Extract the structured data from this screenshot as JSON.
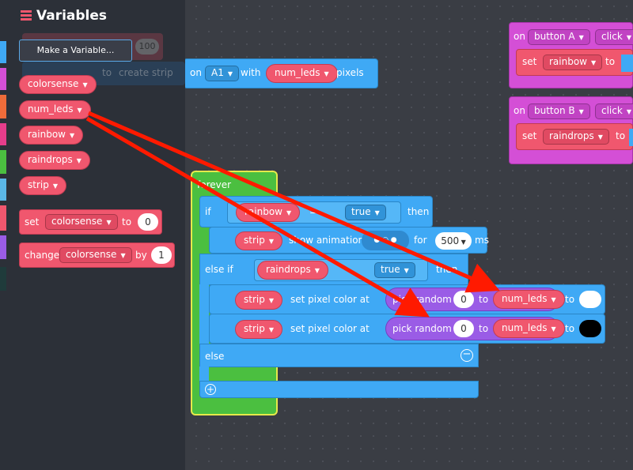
{
  "toolbox": {
    "title": "Variables",
    "make_variable": "Make a Variable...",
    "variables": [
      "colorsense",
      "num_leds",
      "rainbow",
      "raindrops",
      "strip"
    ],
    "set_block": {
      "label": "set",
      "var": "colorsense",
      "to": "to",
      "value": "0"
    },
    "change_block": {
      "label": "change",
      "var": "colorsense",
      "by": "by",
      "value": "1"
    },
    "ghost_value": "100",
    "ghost_to": "to",
    "ghost_create": "create strip"
  },
  "workspace": {
    "pin_block": {
      "on": "on",
      "pin": "A1",
      "with": "with",
      "var": "num_leds",
      "pixels": "pixels"
    },
    "button_a": {
      "on": "on",
      "button": "button A",
      "event": "click",
      "set": "set",
      "var": "rainbow",
      "to": "to"
    },
    "button_b": {
      "on": "on",
      "button": "button B",
      "event": "click",
      "set": "set",
      "var": "raindrops",
      "to": "to"
    },
    "forever": {
      "label": "forever",
      "if": "if",
      "cond1_var": "rainbow",
      "eq": "=",
      "true1": "true",
      "then1": "then",
      "show_strip": "strip",
      "show_text": "show animation",
      "for": "for",
      "ms_value": "500",
      "ms": "ms",
      "else_if": "else if",
      "cond2_var": "raindrops",
      "true2": "true",
      "then2": "then",
      "set_pixel_1": {
        "strip": "strip",
        "text": "set pixel color at",
        "pick": "pick random",
        "from": "0",
        "to": "to",
        "var": "num_leds",
        "to2": "to",
        "color": "#ffffff"
      },
      "set_pixel_2": {
        "strip": "strip",
        "text": "set pixel color at",
        "pick": "pick random",
        "from": "0",
        "to": "to",
        "var": "num_leds",
        "to2": "to",
        "color": "#000000"
      },
      "else": "else"
    }
  },
  "colors": {
    "variables": "#f0576e",
    "neopixel": "#3fa9f5",
    "loops": "#4bbf40",
    "math": "#9a5ce6",
    "input": "#d44fd6",
    "arrow": "#ff1a00"
  }
}
